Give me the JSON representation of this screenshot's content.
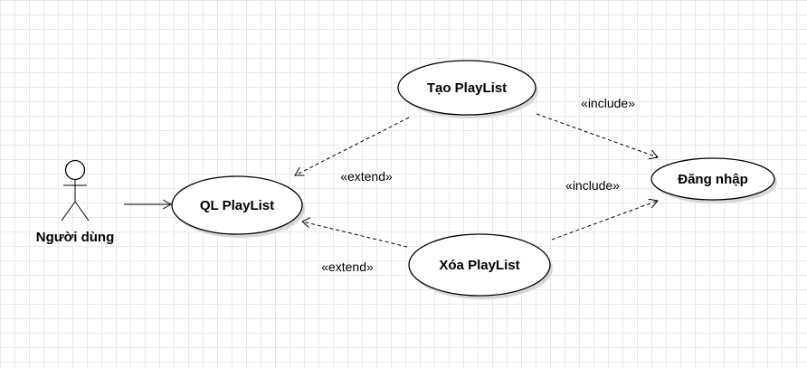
{
  "actor": {
    "label": "Người dùng"
  },
  "use_cases": {
    "ql_playlist": "QL PlayList",
    "tao_playlist": "Tạo PlayList",
    "xoa_playlist": "Xóa PlayList",
    "dang_nhap": "Đăng nhập"
  },
  "relations": {
    "tao_extend_ql": "«extend»",
    "xoa_extend_ql": "«extend»",
    "tao_include_dangnhap": "«include»",
    "xoa_include_dangnhap": "«include»"
  }
}
